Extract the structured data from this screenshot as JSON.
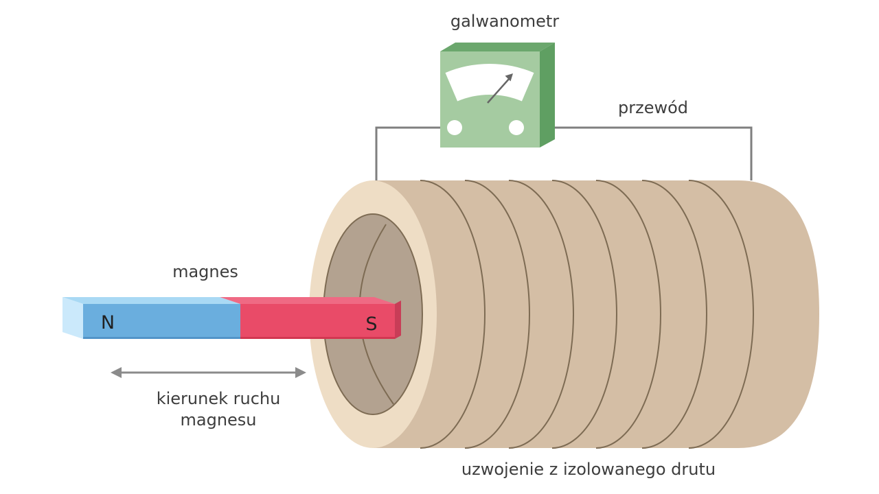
{
  "labels": {
    "galvanometer": "galwanometr",
    "wire": "przewód",
    "magnet": "magnes",
    "pole_n": "N",
    "pole_s": "S",
    "direction_line1": "kierunek ruchu",
    "direction_line2": "magnesu",
    "coil": "uzwojenie z izolowanego drutu"
  },
  "colors": {
    "magnet_n_front": "#6aaede",
    "magnet_n_top": "#a9d9f4",
    "magnet_n_cap": "#cbe9fb",
    "magnet_n_bottom": "#5294c8",
    "magnet_s_front": "#e94b68",
    "magnet_s_top": "#ef6a84",
    "magnet_s_cap": "#c83d57",
    "magnet_s_bottom": "#d23751",
    "coil_body": "#d4bea5",
    "coil_face": "#eeddc5",
    "coil_hole": "#b3a290",
    "coil_line": "#7d6b53",
    "galvanometer_front": "#a5cba1",
    "galvanometer_top": "#6ba76d",
    "galvanometer_side": "#5f9f62",
    "dial": "#ffffff",
    "needle": "#666666",
    "wire": "#7f7f7f",
    "arrow": "#8b8b8b",
    "text": "#3d3d3d"
  }
}
